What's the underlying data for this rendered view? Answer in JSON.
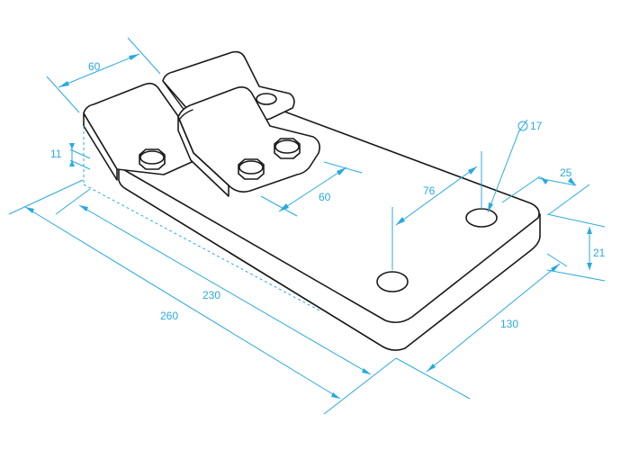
{
  "colors": {
    "dimension": "#29a9e0",
    "outline": "#1a1a1a",
    "background": "#ffffff"
  },
  "dimensions": {
    "width_top_clamp": "60",
    "plate_thickness": "11",
    "clamp_length": "60",
    "slot_offset": "76",
    "hole_diameter": "17",
    "edge_offset": "25",
    "base_thickness": "21",
    "base_width": "130",
    "inner_length": "230",
    "overall_length": "260"
  }
}
